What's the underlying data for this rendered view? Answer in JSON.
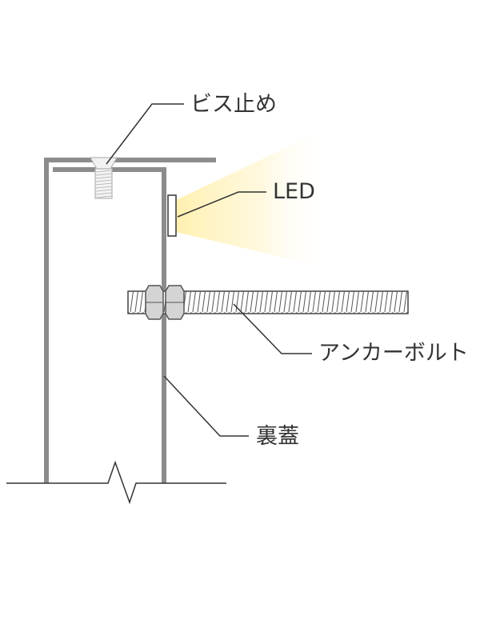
{
  "labels": {
    "screw": "ビス止め",
    "led": "LED",
    "anchor_bolt": "アンカーボルト",
    "back_cover": "裏蓋"
  },
  "colors": {
    "frame": "#8c8c8c",
    "leader_line": "#333333",
    "label_text": "#333333",
    "led_glow": "#fff3bf",
    "bolt_hatch": "#555555",
    "nut_fill": "#d4d4d4"
  }
}
